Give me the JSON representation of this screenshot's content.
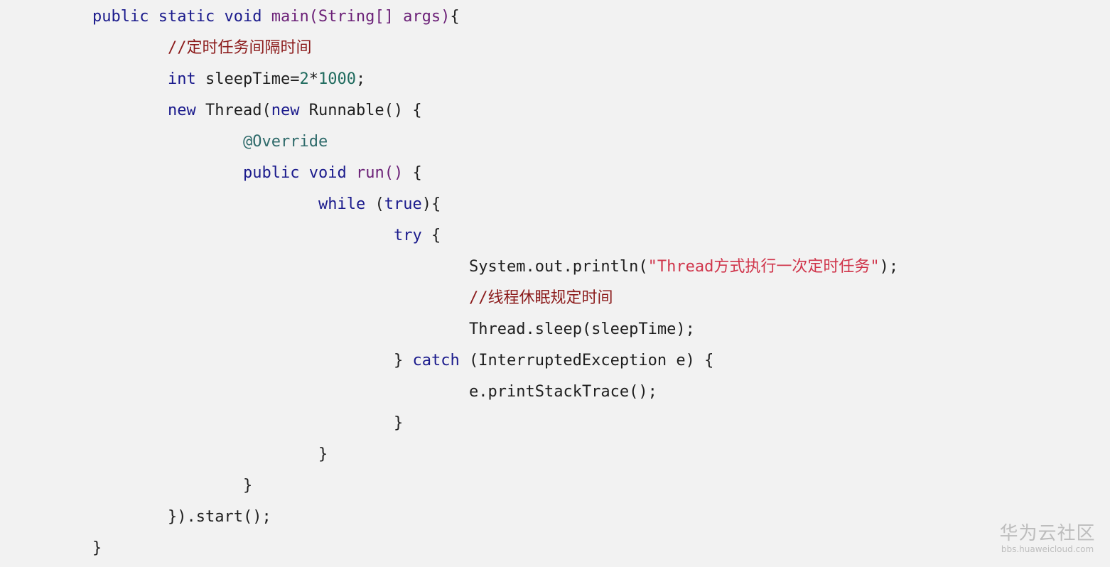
{
  "colors": {
    "background": "#f2f2f2",
    "keyword": "#1a1a8c",
    "function": "#6b2077",
    "string": "#d0354b",
    "comment": "#8b1a1a",
    "number": "#1f6b5e",
    "annotation": "#2e6a6a",
    "plain": "#1e1e1e"
  },
  "code": {
    "lines": [
      {
        "indent": 1,
        "tokens": [
          {
            "t": "public",
            "c": "kw"
          },
          {
            "t": " ",
            "c": "pl"
          },
          {
            "t": "static",
            "c": "kw"
          },
          {
            "t": " ",
            "c": "pl"
          },
          {
            "t": "void",
            "c": "kw"
          },
          {
            "t": " ",
            "c": "pl"
          },
          {
            "t": "main(String[] args)",
            "c": "fn"
          },
          {
            "t": "{",
            "c": "pl"
          }
        ]
      },
      {
        "indent": 2,
        "tokens": [
          {
            "t": "//定时任务间隔时间",
            "c": "cm"
          }
        ]
      },
      {
        "indent": 2,
        "tokens": [
          {
            "t": "int",
            "c": "kw"
          },
          {
            "t": " sleepTime=",
            "c": "pl"
          },
          {
            "t": "2",
            "c": "num"
          },
          {
            "t": "*",
            "c": "pl"
          },
          {
            "t": "1000",
            "c": "num"
          },
          {
            "t": ";",
            "c": "pl"
          }
        ]
      },
      {
        "indent": 2,
        "tokens": [
          {
            "t": "new",
            "c": "kw"
          },
          {
            "t": " Thread(",
            "c": "pl"
          },
          {
            "t": "new",
            "c": "kw"
          },
          {
            "t": " Runnable() {",
            "c": "pl"
          }
        ]
      },
      {
        "indent": 3,
        "tokens": [
          {
            "t": "@Override",
            "c": "ann"
          }
        ]
      },
      {
        "indent": 3,
        "tokens": [
          {
            "t": "public",
            "c": "kw"
          },
          {
            "t": " ",
            "c": "pl"
          },
          {
            "t": "void",
            "c": "kw"
          },
          {
            "t": " ",
            "c": "pl"
          },
          {
            "t": "run()",
            "c": "fn"
          },
          {
            "t": " {",
            "c": "pl"
          }
        ]
      },
      {
        "indent": 4,
        "tokens": [
          {
            "t": "while",
            "c": "kw"
          },
          {
            "t": " (",
            "c": "pl"
          },
          {
            "t": "true",
            "c": "kw"
          },
          {
            "t": "){",
            "c": "pl"
          }
        ]
      },
      {
        "indent": 5,
        "tokens": [
          {
            "t": "try",
            "c": "kw"
          },
          {
            "t": " {",
            "c": "pl"
          }
        ]
      },
      {
        "indent": 6,
        "tokens": [
          {
            "t": "System.out.println(",
            "c": "pl"
          },
          {
            "t": "\"Thread方式执行一次定时任务\"",
            "c": "str"
          },
          {
            "t": ");",
            "c": "pl"
          }
        ]
      },
      {
        "indent": 6,
        "tokens": [
          {
            "t": "//线程休眠规定时间",
            "c": "cm"
          }
        ]
      },
      {
        "indent": 6,
        "tokens": [
          {
            "t": "Thread.sleep(sleepTime);",
            "c": "pl"
          }
        ]
      },
      {
        "indent": 5,
        "tokens": [
          {
            "t": "} ",
            "c": "pl"
          },
          {
            "t": "catch",
            "c": "kw"
          },
          {
            "t": " (InterruptedException e) {",
            "c": "pl"
          }
        ]
      },
      {
        "indent": 6,
        "tokens": [
          {
            "t": "e.printStackTrace();",
            "c": "pl"
          }
        ]
      },
      {
        "indent": 5,
        "tokens": [
          {
            "t": "}",
            "c": "pl"
          }
        ]
      },
      {
        "indent": 4,
        "tokens": [
          {
            "t": "}",
            "c": "pl"
          }
        ]
      },
      {
        "indent": 3,
        "tokens": [
          {
            "t": "}",
            "c": "pl"
          }
        ]
      },
      {
        "indent": 2,
        "tokens": [
          {
            "t": "}).start();",
            "c": "pl"
          }
        ]
      },
      {
        "indent": 1,
        "tokens": [
          {
            "t": "}",
            "c": "pl"
          }
        ]
      }
    ]
  },
  "watermark": {
    "title": "华为云社区",
    "url": "bbs.huaweicloud.com"
  }
}
